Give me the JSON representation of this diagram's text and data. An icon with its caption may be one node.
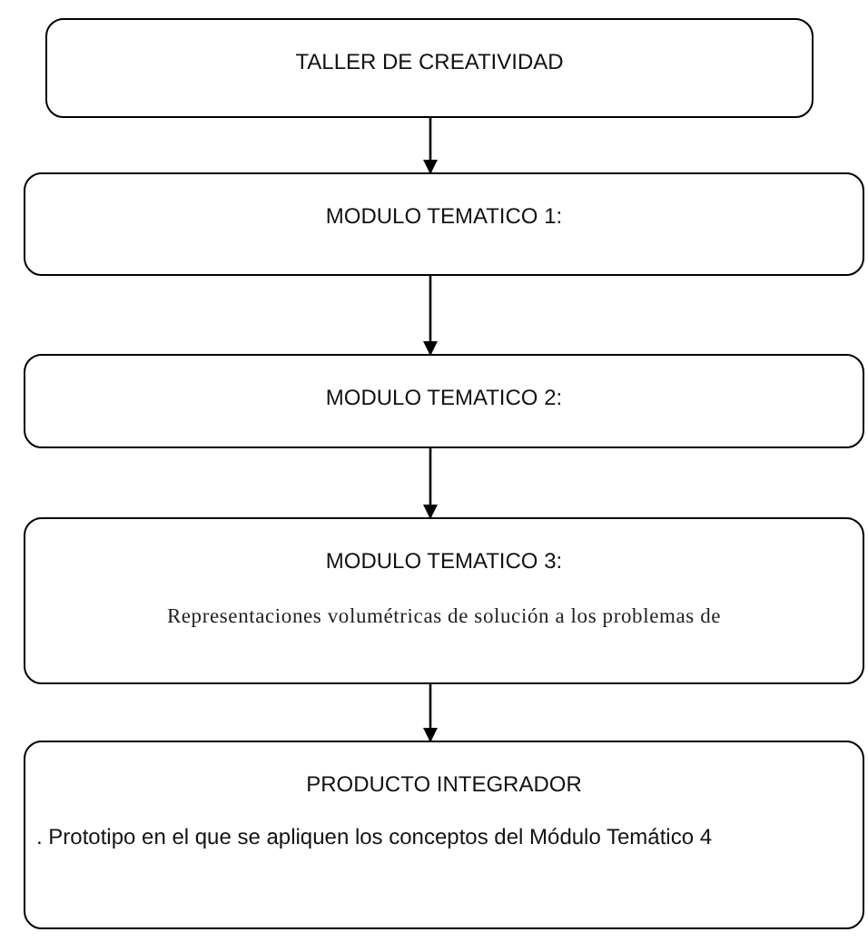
{
  "diagram": {
    "nodes": [
      {
        "text": [
          "TALLER DE CREATIVIDAD"
        ]
      },
      {
        "text": [
          "MODULO TEMATICO 1:"
        ]
      },
      {
        "text": [
          "MODULO TEMATICO 2:"
        ]
      },
      {
        "text": [
          "MODULO TEMATICO 3:",
          "Representaciones volumétricas de solución a los problemas de"
        ]
      },
      {
        "text": [
          "PRODUCTO INTEGRADOR",
          ". Prototipo en el que se apliquen los conceptos del Módulo Temático 4"
        ]
      }
    ],
    "edges": [
      {
        "from": 0,
        "to": 1,
        "arrow": "to"
      },
      {
        "from": 1,
        "to": 2,
        "arrow": "to"
      },
      {
        "from": 2,
        "to": 3,
        "arrow": "to"
      },
      {
        "from": 3,
        "to": 4,
        "arrow": "to"
      }
    ]
  }
}
